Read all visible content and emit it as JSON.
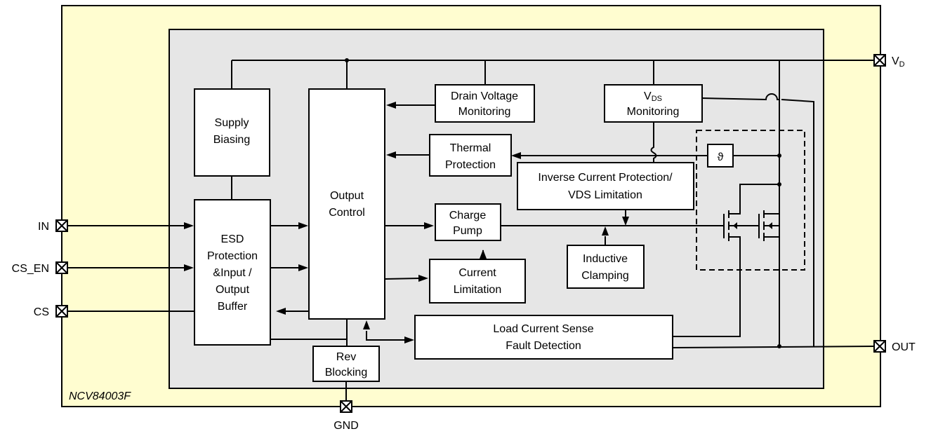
{
  "colors": {
    "package_fill": "#fffdd0",
    "die_fill": "#e6e6e6",
    "block_fill": "#ffffff",
    "line": "#000000"
  },
  "part_number": "NCV84003F",
  "pins": {
    "vd": {
      "label": "V",
      "sub": "D"
    },
    "in": "IN",
    "cs_en": "CS_EN",
    "cs": "CS",
    "out": "OUT",
    "gnd": "GND"
  },
  "blocks": {
    "supply_biasing": [
      "Supply",
      "Biasing"
    ],
    "output_control": [
      "Output",
      "Control"
    ],
    "drain_voltage_monitoring": [
      "Drain Voltage",
      "Monitoring"
    ],
    "vds_monitoring": {
      "main": "V",
      "sub": "DS",
      "line2": "Monitoring"
    },
    "thermal_protection": [
      "Thermal",
      "Protection"
    ],
    "inverse_current_protection": [
      "Inverse Current Protection/",
      "VDS Limitation"
    ],
    "esd_protection": [
      "ESD",
      "Protection",
      "&Input /",
      "Output",
      "Buffer"
    ],
    "charge_pump": [
      "Charge",
      "Pump"
    ],
    "current_limitation": [
      "Current",
      "Limitation"
    ],
    "inductive_clamping": [
      "Inductive",
      "Clamping"
    ],
    "load_current_sense": [
      "Load Current Sense",
      "Fault Detection"
    ],
    "rev_blocking": [
      "Rev",
      "Blocking"
    ],
    "thermal_sensor_symbol": "ϑ"
  }
}
